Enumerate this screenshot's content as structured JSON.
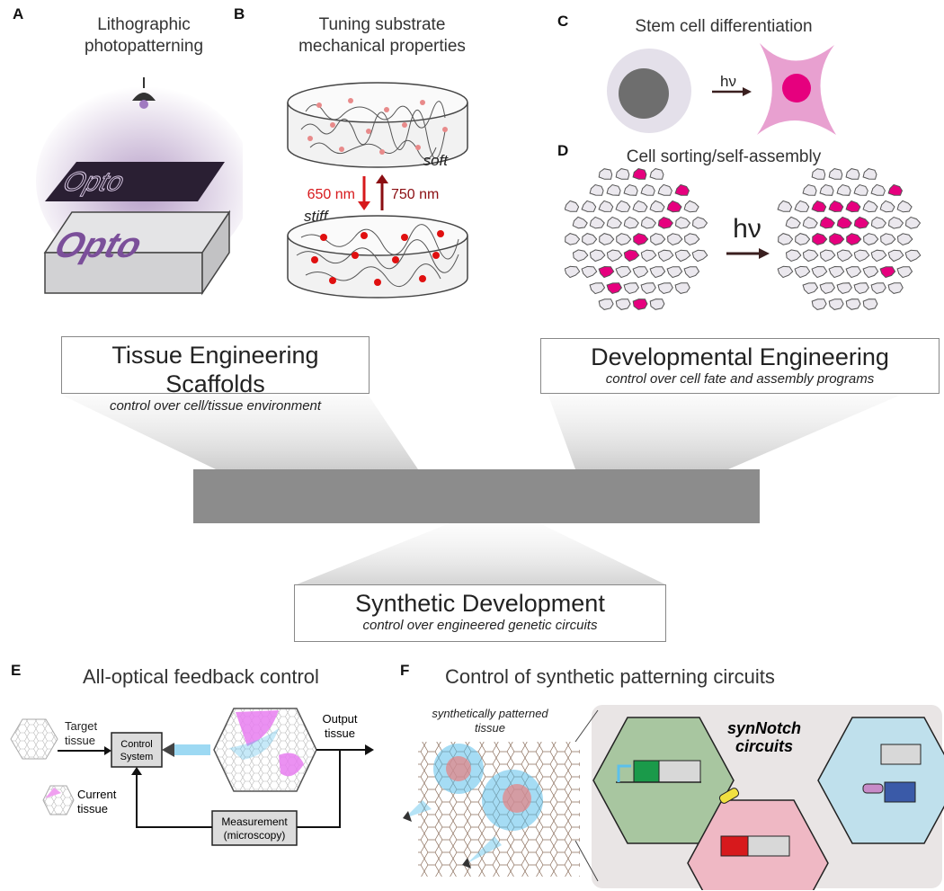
{
  "panels": {
    "A": {
      "letter": "A",
      "title_line1": "Lithographic",
      "title_line2": "photopatterning",
      "plate_text": "Opto",
      "block_text": "Opto"
    },
    "B": {
      "letter": "B",
      "title_line1": "Tuning substrate",
      "title_line2": "mechanical properties",
      "soft": "soft",
      "stiff": "stiff",
      "down_label": "650 nm",
      "up_label": "750 nm"
    },
    "C": {
      "letter": "C",
      "title": "Stem cell differentiation",
      "arrow_label": "hν"
    },
    "D": {
      "letter": "D",
      "title": "Cell sorting/self-assembly",
      "arrow_label": "hν"
    },
    "E": {
      "letter": "E",
      "title": "All-optical feedback control",
      "target": "Target\ntissue",
      "target_l1": "Target",
      "target_l2": "tissue",
      "control_l1": "Control",
      "control_l2": "System",
      "output_l1": "Output",
      "output_l2": "tissue",
      "current_l1": "Current",
      "current_l2": "tissue",
      "meas_l1": "Measurement",
      "meas_l2": "(microscopy)"
    },
    "F": {
      "letter": "F",
      "title": "Control of synthetic patterning circuits",
      "tissue_l1": "synthetically patterned",
      "tissue_l2": "tissue",
      "syn_l1": "synNotch",
      "syn_l2": "circuits"
    }
  },
  "boxes": {
    "tissue": {
      "main": "Tissue Engineering Scaffolds",
      "sub": "control over cell/tissue environment"
    },
    "dev": {
      "main": "Developmental Engineering",
      "sub": "control over cell fate and assembly programs"
    },
    "synth": {
      "main": "Synthetic Development",
      "sub": "control over engineered genetic circuits"
    }
  },
  "colors": {
    "purple": "#5e3c7e",
    "magenta": "#e6007e",
    "pink": "#e8a0d0",
    "red": "#d7191c",
    "blue": "#5bc0eb",
    "green": "#a8c6a0",
    "grey": "#8c8c8c"
  }
}
